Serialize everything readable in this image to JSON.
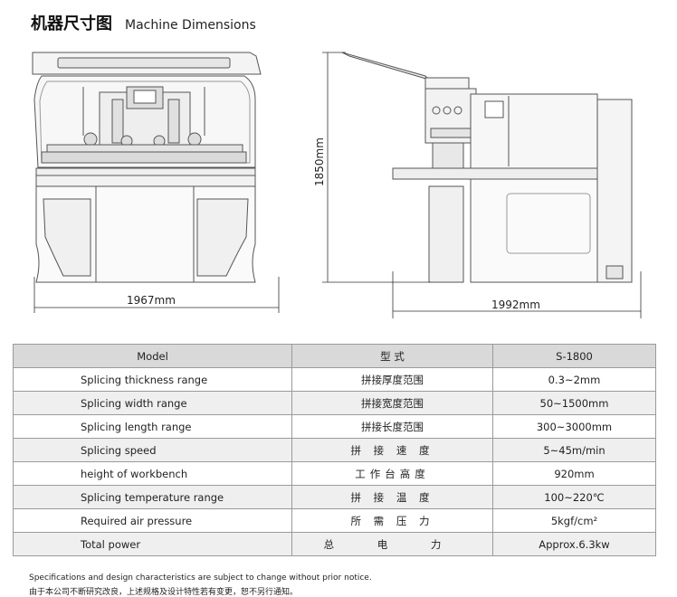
{
  "header": {
    "title_cn": "机器尺寸图",
    "title_en": "Machine Dimensions"
  },
  "dimensions": {
    "front_width": "1967mm",
    "side_width": "1992mm",
    "height": "1850mm"
  },
  "table": {
    "headers": [
      "Model",
      "型 式",
      "S-1800"
    ],
    "rows": [
      [
        "Splicing thickness range",
        "拼接厚度范围",
        "0.3~2mm"
      ],
      [
        "Splicing width range",
        "拼接宽度范围",
        "50~1500mm"
      ],
      [
        "Splicing length range",
        "拼接长度范围",
        "300~3000mm"
      ],
      [
        "Splicing speed",
        "拼 接 速 度",
        "5~45m/min"
      ],
      [
        "height of workbench",
        "工作台高度",
        "920mm"
      ],
      [
        "Splicing temperature range",
        "拼 接 温 度",
        "100~220℃"
      ],
      [
        "Required air pressure",
        "所 需 压 力",
        "5kgf/cm²"
      ],
      [
        "Total power",
        "总 电 力",
        "Approx.6.3kw"
      ]
    ]
  },
  "footnote": {
    "en": "Specifications and design characteristics are subject to change without prior notice.",
    "cn": "由于本公司不断研究改良，上述规格及设计特性若有变更，恕不另行通知。"
  }
}
